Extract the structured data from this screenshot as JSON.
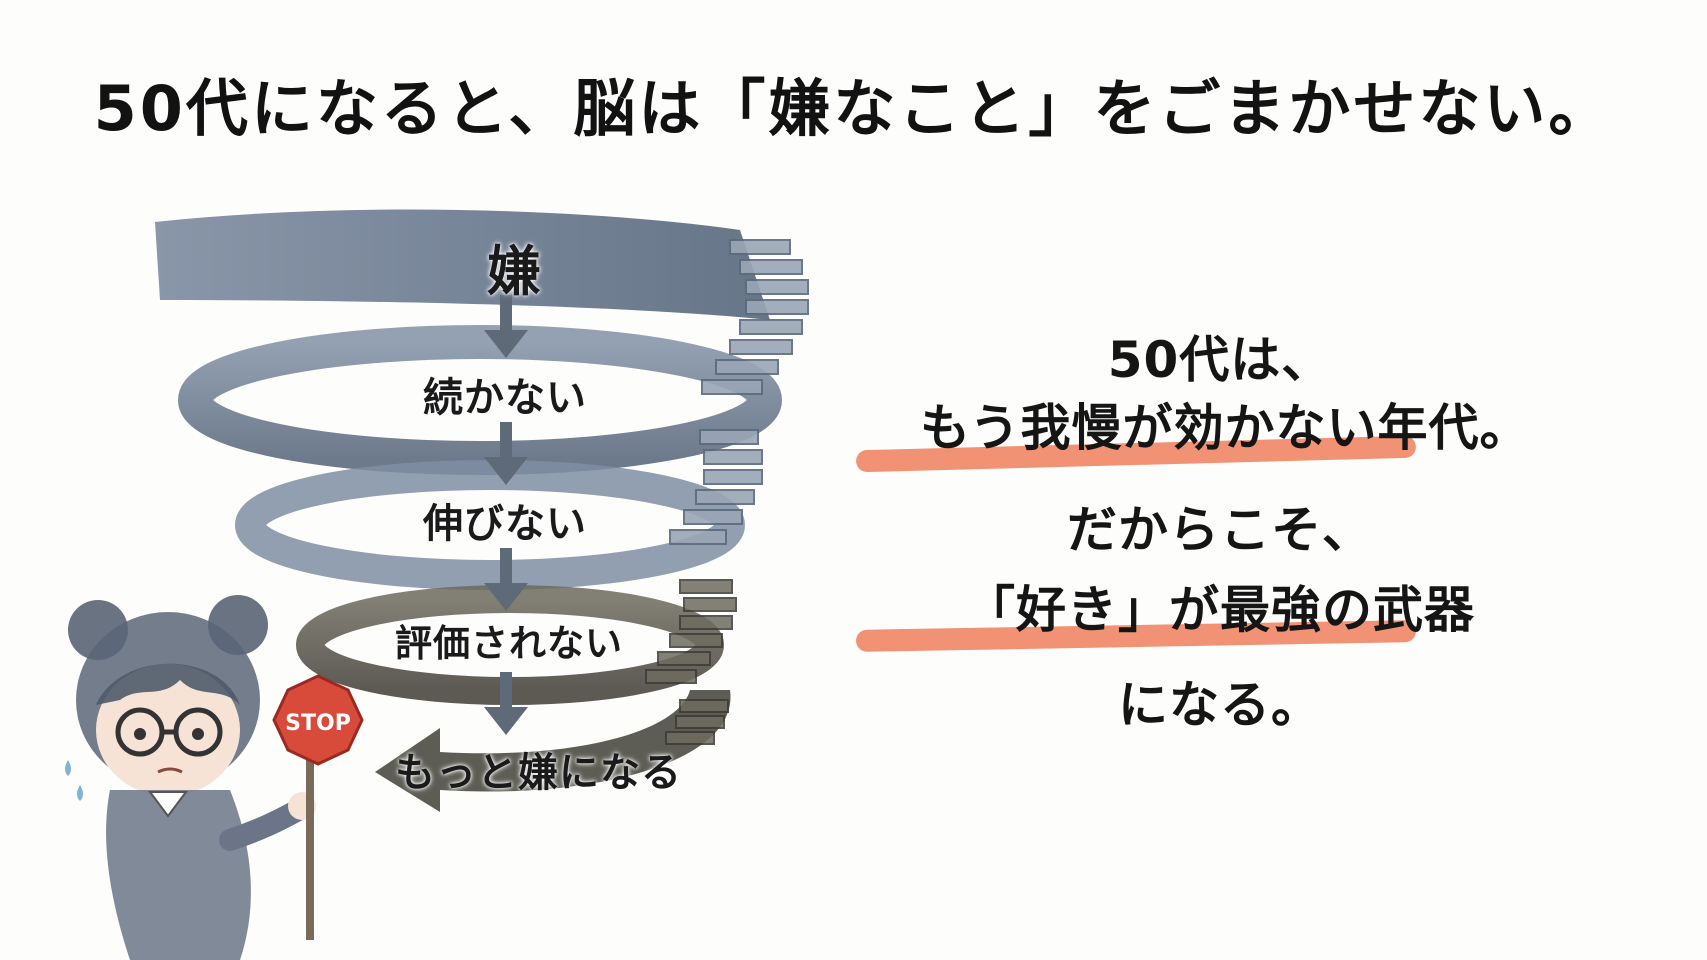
{
  "title": "50代になると、脳は「嫌なこと」をごまかせない。",
  "spiral": {
    "steps": [
      "嫌",
      "続かない",
      "伸びない",
      "評価されない",
      "もっと嫌になる"
    ]
  },
  "sign": {
    "text": "STOP"
  },
  "message": {
    "lines": [
      "50代は、",
      "もう我慢が効かない年代。",
      "だからこそ、",
      "「好き」が最強の武器",
      "になる。"
    ]
  },
  "colors": {
    "highlight": "#ef7a55",
    "stair_blue": "#6f7f95",
    "stair_dark": "#4a4a42",
    "stop_red": "#d84a3a"
  }
}
